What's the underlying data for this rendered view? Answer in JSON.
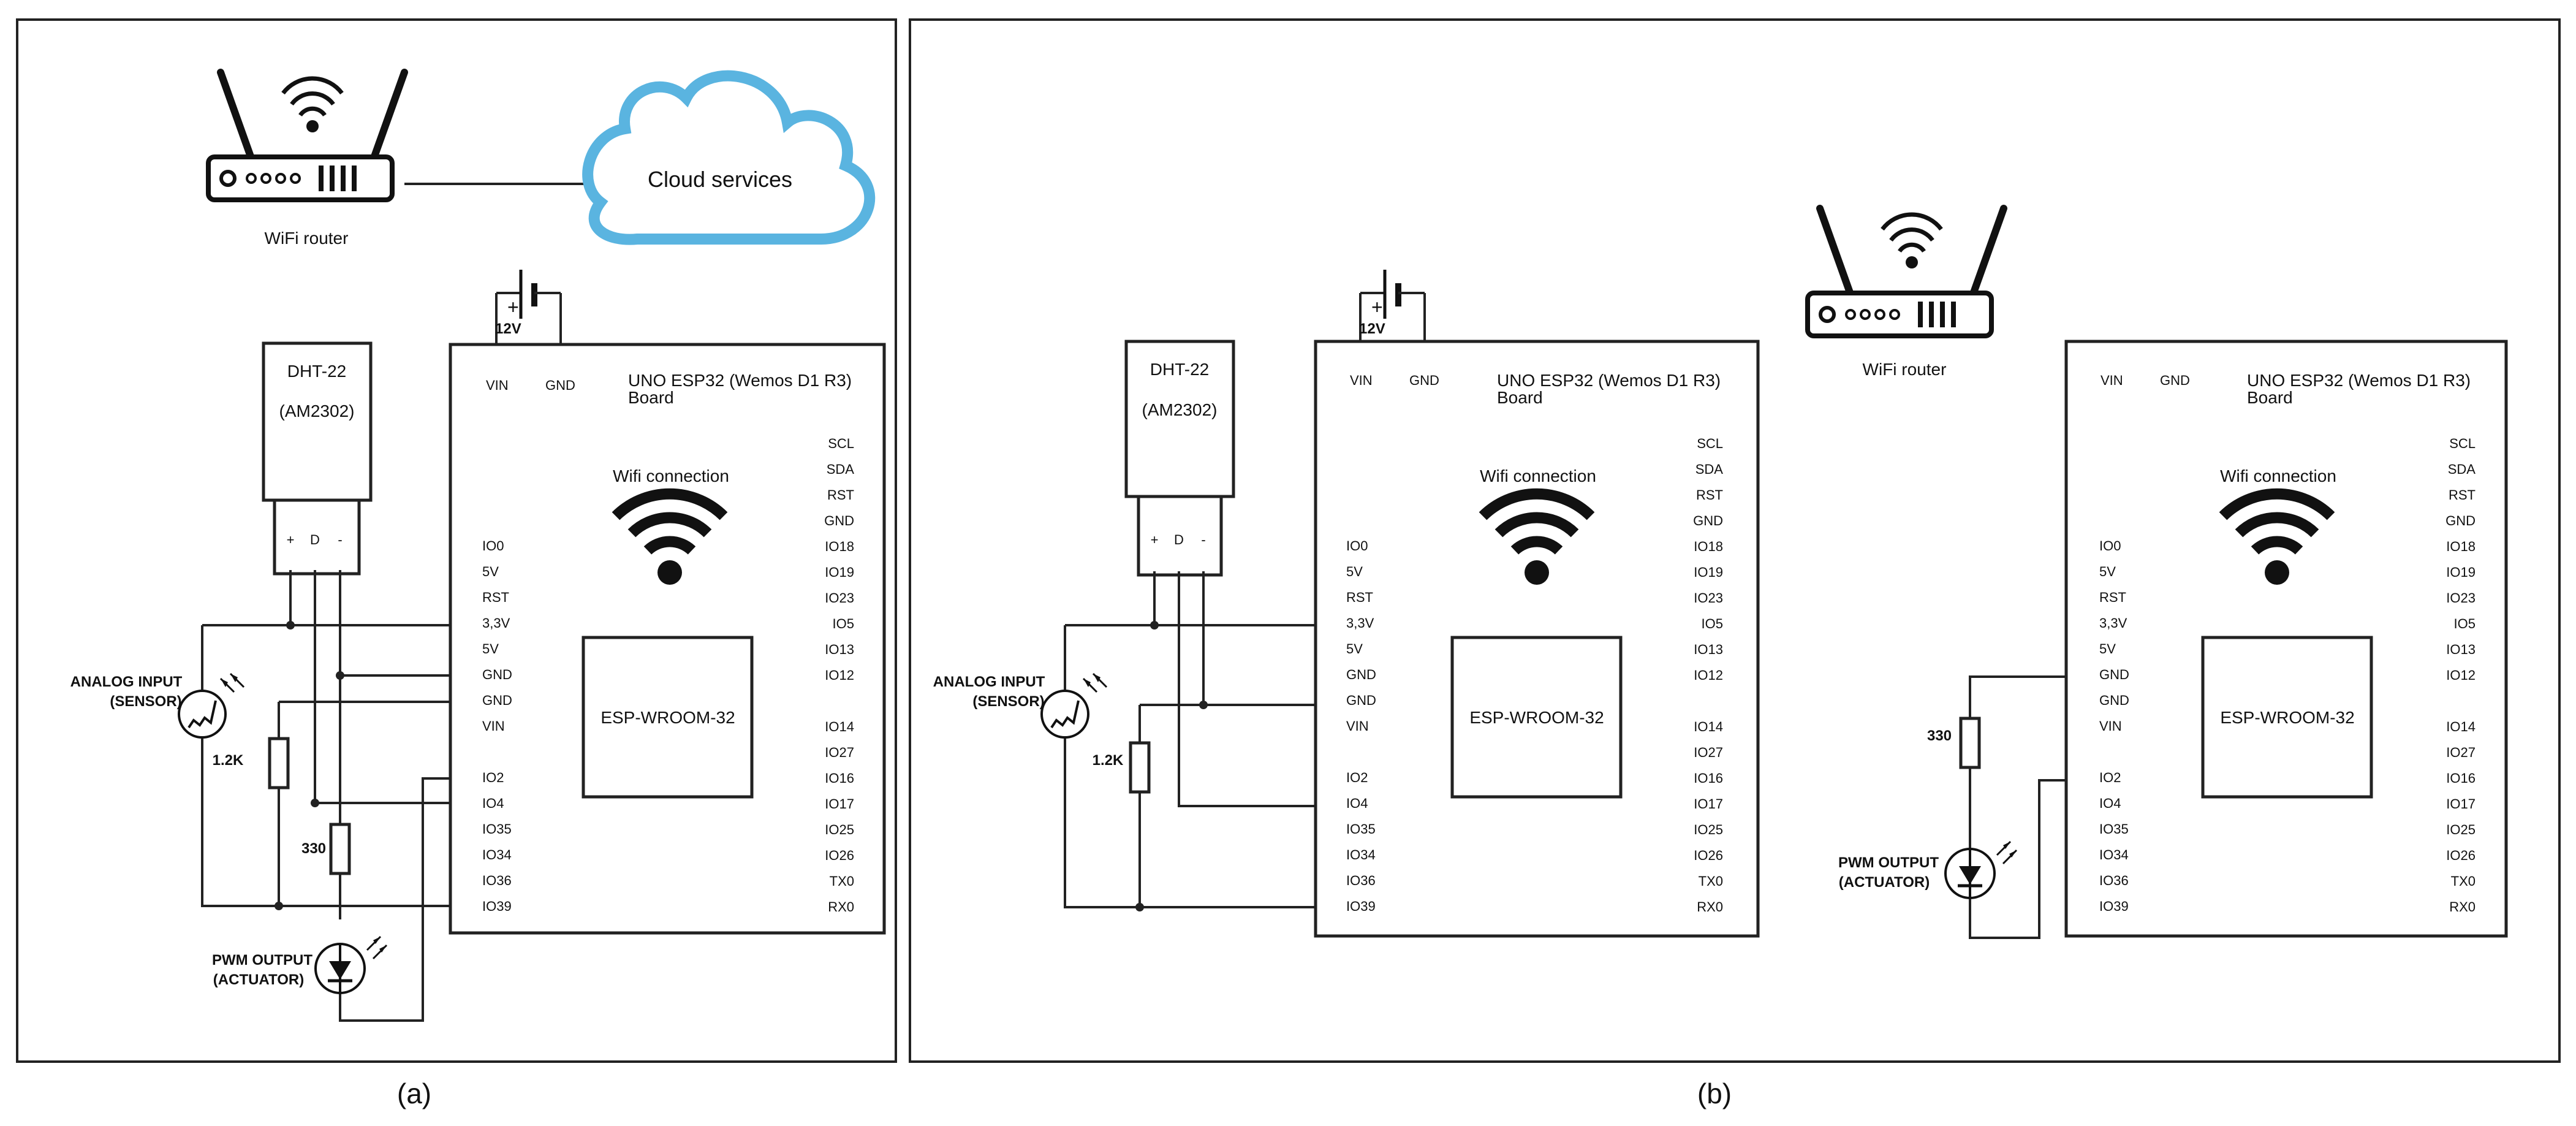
{
  "captions": {
    "a": "(a)",
    "b": "(b)"
  },
  "router": {
    "label": "WiFi router"
  },
  "cloud": {
    "label": "Cloud services"
  },
  "battery": {
    "label": "12V",
    "plus": "+"
  },
  "board": {
    "title_line1": "UNO ESP32 (Wemos D1 R3)",
    "title_line2": "Board",
    "wifi_label": "Wifi connection",
    "module_label": "ESP-WROOM-32",
    "top_pins": [
      "VIN",
      "GND"
    ],
    "left_pins": [
      "IO0",
      "5V",
      "RST",
      "3,3V",
      "5V",
      "GND",
      "GND",
      "VIN",
      "",
      "IO2",
      "IO4",
      "IO35",
      "IO34",
      "IO36",
      "IO39"
    ],
    "right_pins": [
      "SCL",
      "SDA",
      "RST",
      "GND",
      "IO18",
      "IO19",
      "IO23",
      "IO5",
      "IO13",
      "IO12",
      "",
      "IO14",
      "IO27",
      "IO16",
      "IO17",
      "IO25",
      "IO26",
      "TX0",
      "RX0"
    ]
  },
  "sensor": {
    "line1": "DHT-22",
    "line2": "(AM2302)",
    "pins": [
      "+",
      "D",
      "-"
    ]
  },
  "analog_input": {
    "line1": "ANALOG INPUT",
    "line2": "(SENSOR)"
  },
  "pwm_output": {
    "line1": "PWM OUTPUT",
    "line2": "(ACTUATOR)"
  },
  "resistors": {
    "r1": "1.2K",
    "r2": "330"
  },
  "colors": {
    "cloud": "#5ab4e0",
    "line": "#222222"
  }
}
